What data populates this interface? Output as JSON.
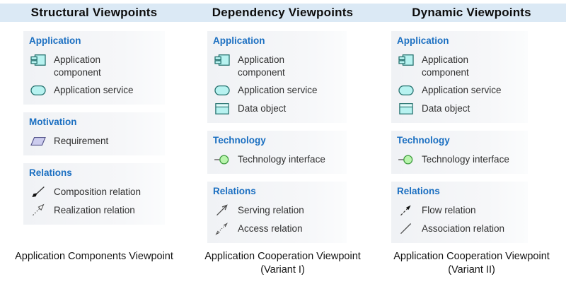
{
  "colors": {
    "title_band_bg": "#dbe9f5",
    "section_header_color": "#1b6fc1",
    "app_fill": "#b7f2f0",
    "app_fill_light": "#e2fbfa",
    "app_stroke": "#23706d",
    "motivation_fill": "#ccccee",
    "motivation_stroke": "#56568c",
    "tech_fill": "#b9f5ad",
    "tech_stroke": "#3f9b3f",
    "relation_stroke": "#4d4d4d",
    "relation_fill": "#111111"
  },
  "columns": [
    {
      "title": "Structural Viewpoints",
      "caption_lines": [
        "Application Components Viewpoint"
      ],
      "sections": [
        {
          "header": "Application",
          "items": [
            {
              "icon": "application-component-icon",
              "label": "Application component",
              "wrap": true
            },
            {
              "icon": "application-service-icon",
              "label": "Application service"
            }
          ]
        },
        {
          "header": "Motivation",
          "items": [
            {
              "icon": "requirement-icon",
              "label": "Requirement"
            }
          ]
        },
        {
          "header": "Relations",
          "items": [
            {
              "icon": "composition-relation-icon",
              "label": "Composition relation"
            },
            {
              "icon": "realization-relation-icon",
              "label": "Realization relation"
            }
          ]
        }
      ]
    },
    {
      "title": "Dependency Viewpoints",
      "caption_lines": [
        "Application Cooperation Viewpoint",
        "(Variant I)"
      ],
      "sections": [
        {
          "header": "Application",
          "items": [
            {
              "icon": "application-component-icon",
              "label": "Application component",
              "wrap": true
            },
            {
              "icon": "application-service-icon",
              "label": "Application service"
            },
            {
              "icon": "data-object-icon",
              "label": "Data object"
            }
          ]
        },
        {
          "header": "Technology",
          "items": [
            {
              "icon": "technology-interface-icon",
              "label": "Technology interface"
            }
          ]
        },
        {
          "header": "Relations",
          "items": [
            {
              "icon": "serving-relation-icon",
              "label": "Serving relation"
            },
            {
              "icon": "access-relation-icon",
              "label": "Access relation"
            }
          ]
        }
      ]
    },
    {
      "title": "Dynamic Viewpoints",
      "caption_lines": [
        "Application Cooperation Viewpoint",
        "(Variant II)"
      ],
      "sections": [
        {
          "header": "Application",
          "items": [
            {
              "icon": "application-component-icon",
              "label": "Application component",
              "wrap": true
            },
            {
              "icon": "application-service-icon",
              "label": "Application service"
            },
            {
              "icon": "data-object-icon",
              "label": "Data object"
            }
          ]
        },
        {
          "header": "Technology",
          "items": [
            {
              "icon": "technology-interface-icon",
              "label": "Technology interface"
            }
          ]
        },
        {
          "header": "Relations",
          "items": [
            {
              "icon": "flow-relation-icon",
              "label": "Flow relation"
            },
            {
              "icon": "association-relation-icon",
              "label": "Association relation"
            }
          ]
        }
      ]
    }
  ]
}
